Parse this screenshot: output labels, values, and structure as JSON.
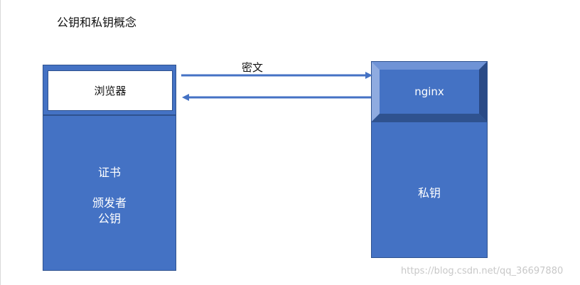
{
  "title": "公钥和私钥概念",
  "client": {
    "browser_label": "浏览器",
    "cert_label": "证书",
    "issuer_label": "颁发者",
    "public_key_label": "公钥"
  },
  "server": {
    "nginx_label": "nginx",
    "private_key_label": "私钥"
  },
  "arrow": {
    "label": "密文"
  },
  "watermark": "https://blog.csdn.net/qq_36697880",
  "colors": {
    "box_fill": "#4472c4",
    "box_border": "#2f528f",
    "text_light": "#ffffff"
  }
}
